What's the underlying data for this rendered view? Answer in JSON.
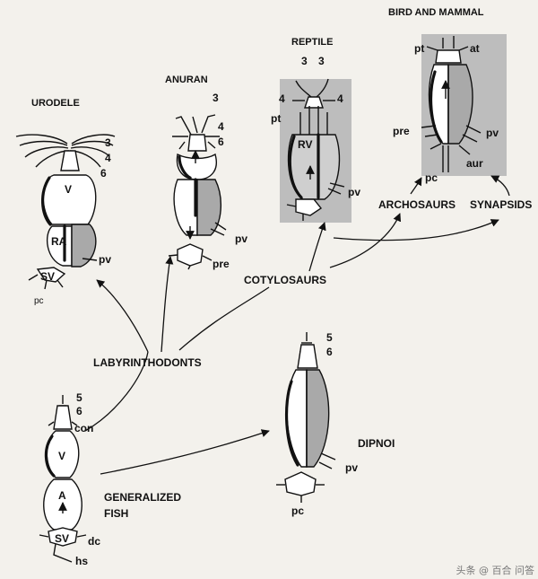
{
  "labels": {
    "urodele": "URODELE",
    "anuran": "ANURAN",
    "reptile": "REPTILE",
    "bird_mammal": "BIRD AND MAMMAL",
    "cotylosaurs": "COTYLOSAURS",
    "labyrinthodonts": "LABYRINTHODONTS",
    "generalized_fish_1": "GENERALIZED",
    "generalized_fish_2": "FISH",
    "dipnoi": "DIPNOI",
    "archosaurs": "ARCHOSAURS",
    "synapsids": "SYNAPSIDS"
  },
  "parts": {
    "urodele": {
      "n3": "3",
      "n4": "4",
      "n6": "6",
      "V": "V",
      "RA": "RA",
      "pv": "pv",
      "SV": "SV",
      "pc": "pc"
    },
    "anuran": {
      "n3": "3",
      "n4": "4",
      "n6": "6",
      "pv": "pv",
      "pre": "pre"
    },
    "reptile": {
      "n3a": "3",
      "n3b": "3",
      "n4a": "4",
      "n4b": "4",
      "pt": "pt",
      "RV": "RV",
      "pv": "pv"
    },
    "bird": {
      "pt": "pt",
      "at": "at",
      "pre": "pre",
      "pv": "pv",
      "pc": "pc",
      "aur": "aur"
    },
    "fish": {
      "n5": "5",
      "n6": "6",
      "con": "con",
      "V": "V",
      "A": "A",
      "SV": "SV",
      "dc": "dc",
      "hs": "hs"
    },
    "dipnoi": {
      "n5": "5",
      "n6": "6",
      "pv": "pv",
      "pc": "pc"
    }
  },
  "watermark": "头条 @ 百合 问答",
  "colors": {
    "ink": "#111111",
    "shade": "#a9a9a9",
    "paper": "#f3f1ec"
  }
}
